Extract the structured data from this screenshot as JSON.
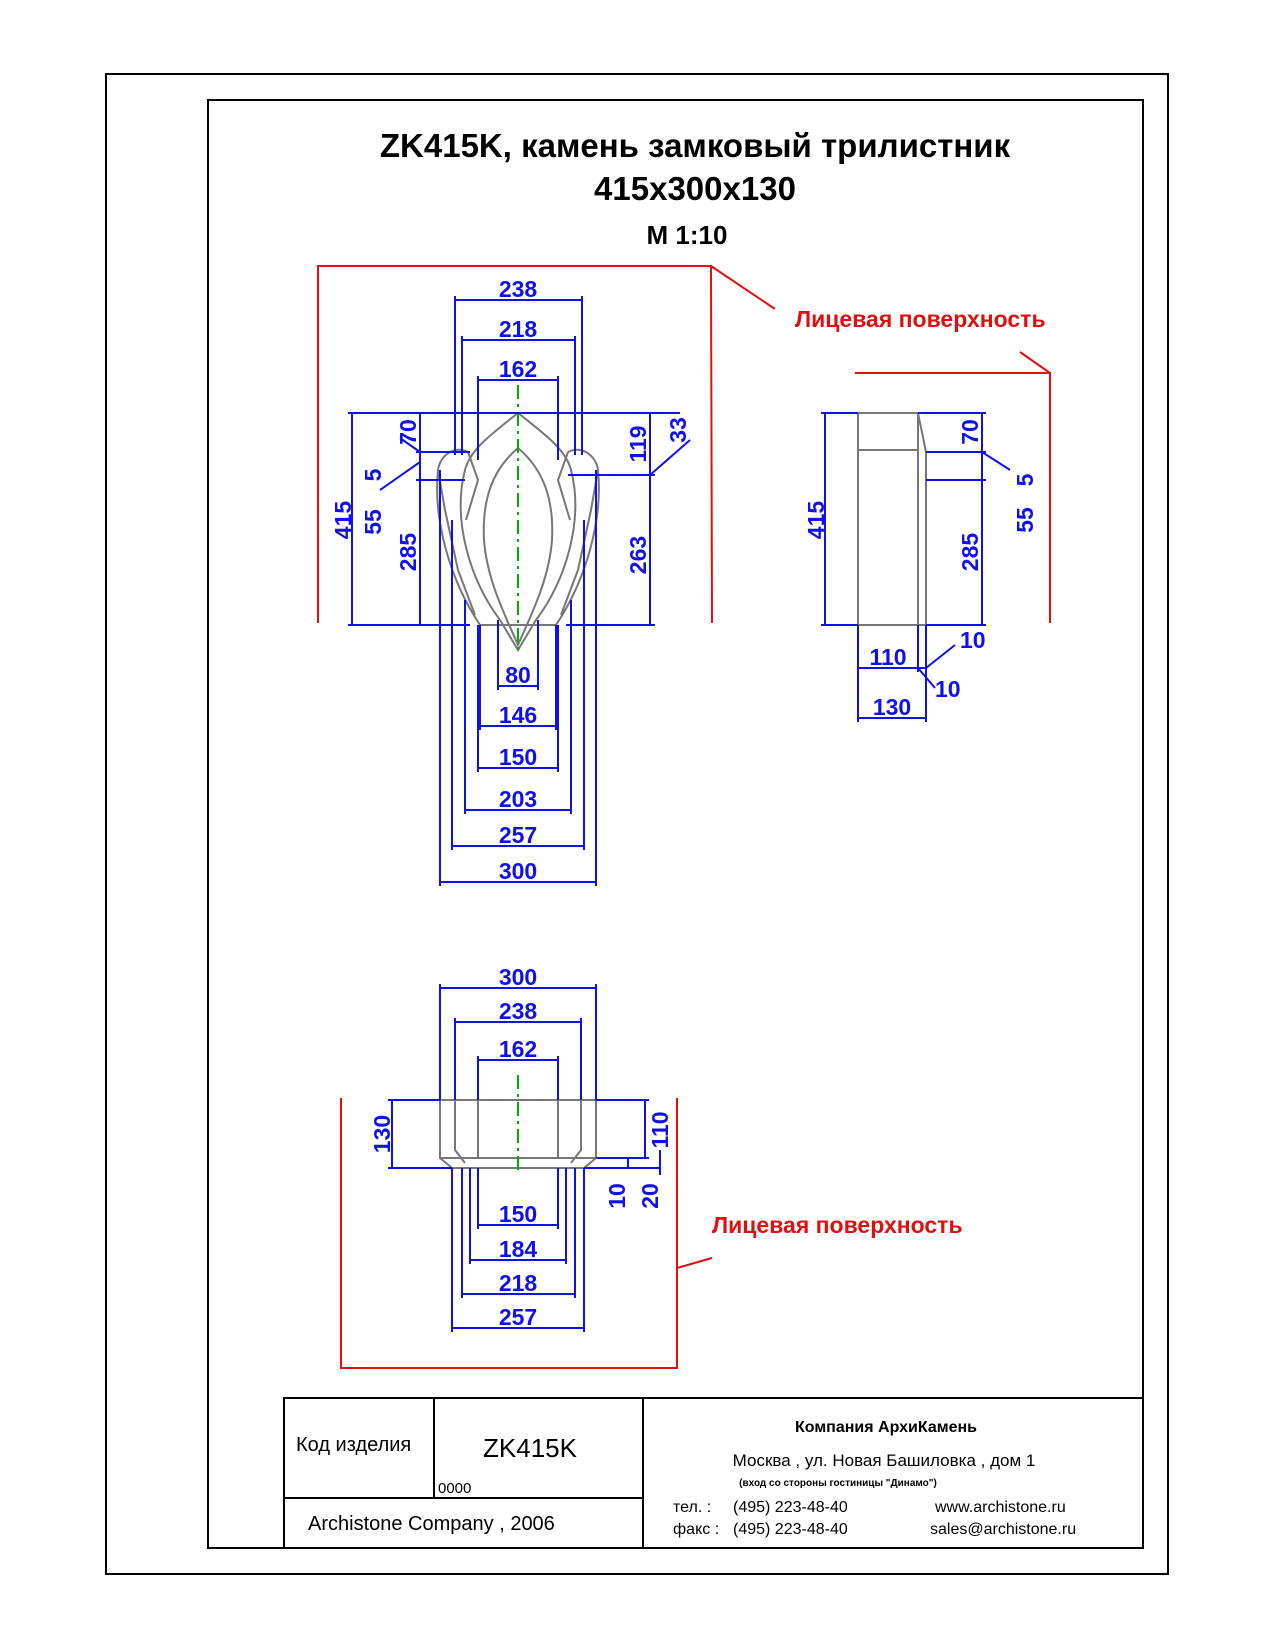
{
  "drawing": {
    "title_line1": "ZK415K, камень замковый трилистник",
    "title_line2": "415x300x130",
    "scale": "М 1:10",
    "face_label_top": "Лицевая поверхность",
    "face_label_bottom": "Лицевая поверхность"
  },
  "front_view": {
    "top_dims": [
      "238",
      "218",
      "162"
    ],
    "bottom_dims": [
      "80",
      "146",
      "150",
      "203",
      "257",
      "300"
    ],
    "left_dims": [
      "415",
      "70",
      "5",
      "55",
      "285"
    ],
    "right_dims": [
      "119",
      "33",
      "263"
    ]
  },
  "side_view": {
    "left_dims": [
      "415"
    ],
    "right_dims": [
      "70",
      "5",
      "55",
      "285"
    ],
    "bottom_dims": [
      "10",
      "110",
      "10",
      "130"
    ]
  },
  "plan_view": {
    "top_dims": [
      "300",
      "238",
      "162"
    ],
    "bottom_dims": [
      "150",
      "184",
      "218",
      "257"
    ],
    "left_dims": [
      "130"
    ],
    "right_dims": [
      "110",
      "10",
      "20"
    ]
  },
  "stamp": {
    "code_label": "Код изделия",
    "code_value": "ZK415K",
    "code_sub": "0000",
    "copyright": "Archistone  Company ,  2006",
    "company": "Компания  АрхиКамень",
    "address": "Москва , ул. Новая Башиловка , дом 1",
    "address_note": "(вход со стороны гостиницы \"Динамо\")",
    "phone_label": "тел.   :",
    "phone": "(495) 223-48-40",
    "fax_label": "факс :",
    "fax": "(495) 223-48-40",
    "website": "www.archistone.ru",
    "email": "sales@archistone.ru"
  },
  "colors": {
    "dimension": "#1010ee",
    "face_marker": "#e01010",
    "outline": "#777777",
    "axis": "#00b000"
  }
}
